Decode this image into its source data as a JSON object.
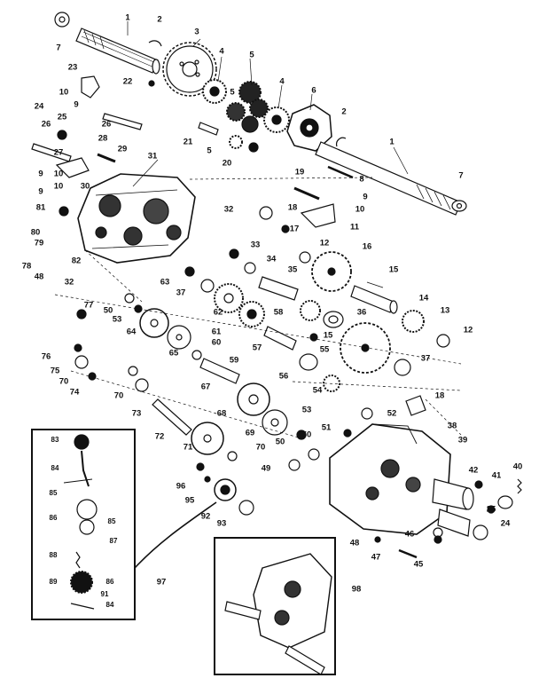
{
  "colors": {
    "ink": "#111111",
    "paper": "#ffffff"
  },
  "callouts": [
    {
      "id": "c1a",
      "text": "1"
    },
    {
      "id": "c2a",
      "text": "2"
    },
    {
      "id": "c3",
      "text": "3"
    },
    {
      "id": "c7a",
      "text": "7"
    },
    {
      "id": "c4a",
      "text": "4"
    },
    {
      "id": "c5a",
      "text": "5"
    },
    {
      "id": "c5b",
      "text": "5"
    },
    {
      "id": "c5c",
      "text": "5"
    },
    {
      "id": "c4b",
      "text": "4"
    },
    {
      "id": "c6",
      "text": "6"
    },
    {
      "id": "c2b",
      "text": "2"
    },
    {
      "id": "c1b",
      "text": "1"
    },
    {
      "id": "c23",
      "text": "23"
    },
    {
      "id": "c22",
      "text": "22"
    },
    {
      "id": "c10a",
      "text": "10"
    },
    {
      "id": "c9a",
      "text": "9"
    },
    {
      "id": "c24a",
      "text": "24"
    },
    {
      "id": "c25a",
      "text": "25"
    },
    {
      "id": "c26a",
      "text": "26"
    },
    {
      "id": "c26b",
      "text": "26"
    },
    {
      "id": "c21",
      "text": "21"
    },
    {
      "id": "c28",
      "text": "28"
    },
    {
      "id": "c29",
      "text": "29"
    },
    {
      "id": "c27",
      "text": "27"
    },
    {
      "id": "c20",
      "text": "20"
    },
    {
      "id": "c31",
      "text": "31"
    },
    {
      "id": "c19",
      "text": "19"
    },
    {
      "id": "c8",
      "text": "8"
    },
    {
      "id": "c7b",
      "text": "7"
    },
    {
      "id": "c9b",
      "text": "9"
    },
    {
      "id": "c10b",
      "text": "10"
    },
    {
      "id": "c30",
      "text": "30"
    },
    {
      "id": "c9c",
      "text": "9"
    },
    {
      "id": "c10c",
      "text": "10"
    },
    {
      "id": "c9d",
      "text": "9"
    },
    {
      "id": "c10d",
      "text": "10"
    },
    {
      "id": "c81",
      "text": "81"
    },
    {
      "id": "c32a",
      "text": "32"
    },
    {
      "id": "c18a",
      "text": "18"
    },
    {
      "id": "c17",
      "text": "17"
    },
    {
      "id": "c11",
      "text": "11"
    },
    {
      "id": "c80",
      "text": "80"
    },
    {
      "id": "c79",
      "text": "79"
    },
    {
      "id": "c78",
      "text": "78"
    },
    {
      "id": "c82",
      "text": "82"
    },
    {
      "id": "c48a",
      "text": "48"
    },
    {
      "id": "c32b",
      "text": "32"
    },
    {
      "id": "c33",
      "text": "33"
    },
    {
      "id": "c34",
      "text": "34"
    },
    {
      "id": "c12a",
      "text": "12"
    },
    {
      "id": "c16",
      "text": "16"
    },
    {
      "id": "c35",
      "text": "35"
    },
    {
      "id": "c15a",
      "text": "15"
    },
    {
      "id": "c63",
      "text": "63"
    },
    {
      "id": "c37a",
      "text": "37"
    },
    {
      "id": "c62",
      "text": "62"
    },
    {
      "id": "c77",
      "text": "77"
    },
    {
      "id": "c50a",
      "text": "50"
    },
    {
      "id": "c53a",
      "text": "53"
    },
    {
      "id": "c58",
      "text": "58"
    },
    {
      "id": "c36",
      "text": "36"
    },
    {
      "id": "c14",
      "text": "14"
    },
    {
      "id": "c13",
      "text": "13"
    },
    {
      "id": "c64",
      "text": "64"
    },
    {
      "id": "c61",
      "text": "61"
    },
    {
      "id": "c15b",
      "text": "15"
    },
    {
      "id": "c12b",
      "text": "12"
    },
    {
      "id": "c60",
      "text": "60"
    },
    {
      "id": "c57",
      "text": "57"
    },
    {
      "id": "c55",
      "text": "55"
    },
    {
      "id": "c65",
      "text": "65"
    },
    {
      "id": "c59",
      "text": "59"
    },
    {
      "id": "c76",
      "text": "76"
    },
    {
      "id": "c75",
      "text": "75"
    },
    {
      "id": "c70a",
      "text": "70"
    },
    {
      "id": "c74",
      "text": "74"
    },
    {
      "id": "c56",
      "text": "56"
    },
    {
      "id": "c37b",
      "text": "37"
    },
    {
      "id": "c67",
      "text": "67"
    },
    {
      "id": "c54",
      "text": "54"
    },
    {
      "id": "c70b",
      "text": "70"
    },
    {
      "id": "c73",
      "text": "73"
    },
    {
      "id": "c18b",
      "text": "18"
    },
    {
      "id": "c68",
      "text": "68"
    },
    {
      "id": "c53b",
      "text": "53"
    },
    {
      "id": "c52",
      "text": "52"
    },
    {
      "id": "c72",
      "text": "72"
    },
    {
      "id": "c51",
      "text": "51"
    },
    {
      "id": "c38",
      "text": "38"
    },
    {
      "id": "c69",
      "text": "69"
    },
    {
      "id": "c50b",
      "text": "50"
    },
    {
      "id": "c50c",
      "text": "50"
    },
    {
      "id": "c39",
      "text": "39"
    },
    {
      "id": "c71",
      "text": "71"
    },
    {
      "id": "c70c",
      "text": "70"
    },
    {
      "id": "c49",
      "text": "49"
    },
    {
      "id": "c83",
      "text": "83"
    },
    {
      "id": "c84a",
      "text": "84"
    },
    {
      "id": "c96",
      "text": "96"
    },
    {
      "id": "c95",
      "text": "95"
    },
    {
      "id": "c42",
      "text": "42"
    },
    {
      "id": "c41",
      "text": "41"
    },
    {
      "id": "c40",
      "text": "40"
    },
    {
      "id": "c85a",
      "text": "85"
    },
    {
      "id": "c86a",
      "text": "86"
    },
    {
      "id": "c85b",
      "text": "85"
    },
    {
      "id": "c92",
      "text": "92"
    },
    {
      "id": "c93",
      "text": "93"
    },
    {
      "id": "c25b",
      "text": "25"
    },
    {
      "id": "c24b",
      "text": "24"
    },
    {
      "id": "c87",
      "text": "87"
    },
    {
      "id": "c46",
      "text": "46"
    },
    {
      "id": "c48b",
      "text": "48"
    },
    {
      "id": "c47",
      "text": "47"
    },
    {
      "id": "c45",
      "text": "45"
    },
    {
      "id": "c88",
      "text": "88"
    },
    {
      "id": "c89",
      "text": "89"
    },
    {
      "id": "c86b",
      "text": "86"
    },
    {
      "id": "c97",
      "text": "97"
    },
    {
      "id": "c91",
      "text": "91"
    },
    {
      "id": "c84b",
      "text": "84"
    },
    {
      "id": "c98",
      "text": "98"
    }
  ]
}
